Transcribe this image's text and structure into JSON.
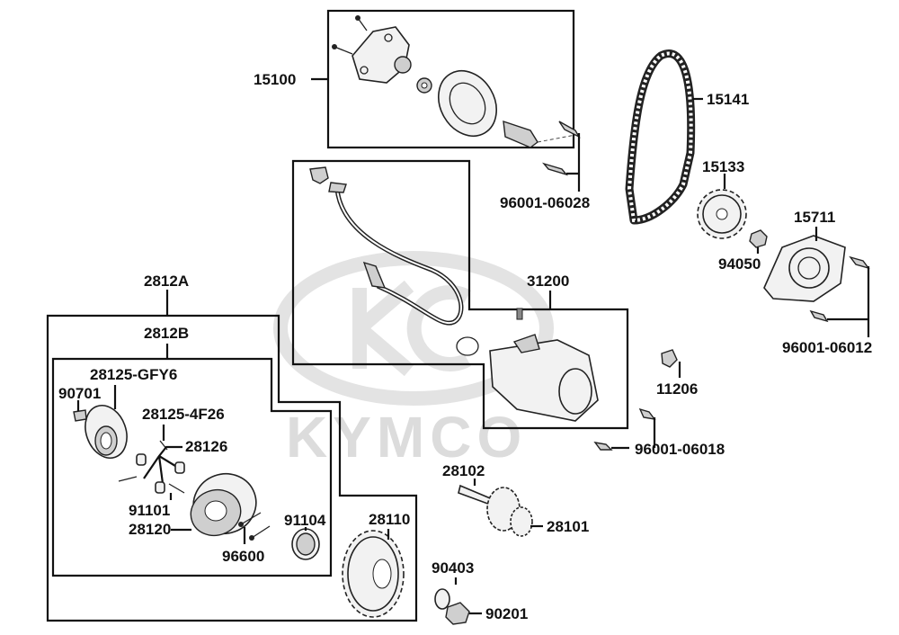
{
  "watermark": {
    "brand": "KYMCO"
  },
  "labels": {
    "p15100": "15100",
    "p15141": "15141",
    "p96001_06028": "96001-06028",
    "p15133": "15133",
    "p15711": "15711",
    "p94050": "94050",
    "p96001_06012": "96001-06012",
    "p31200": "31200",
    "p2812A": "2812A",
    "p2812B": "2812B",
    "p28125_GFY6": "28125-GFY6",
    "p90701": "90701",
    "p28125_4F26": "28125-4F26",
    "p28126": "28126",
    "p91101": "91101",
    "p28120": "28120",
    "p91104": "91104",
    "p96600": "96600",
    "p28110": "28110",
    "p11206": "11206",
    "p96001_06018": "96001-06018",
    "p28102": "28102",
    "p28101": "28101",
    "p90403": "90403",
    "p90201": "90201"
  }
}
